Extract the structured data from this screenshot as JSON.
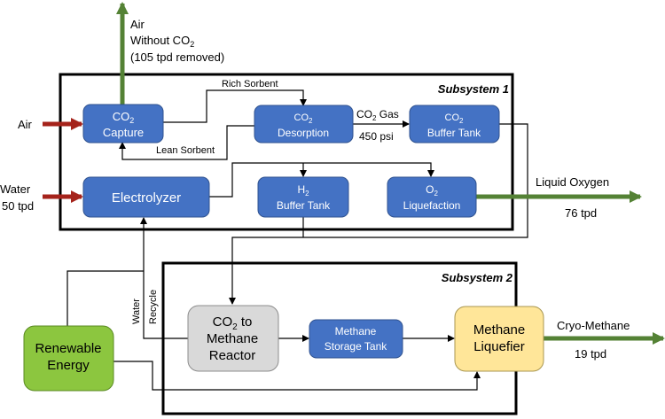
{
  "colors": {
    "blue_box": "#4472C4",
    "blue_box_stroke": "#2F528F",
    "green_arrow": "#548235",
    "red_arrow": "#A5231B",
    "reactor_fill": "#D9D9D9",
    "liquefier_fill": "#FFE699",
    "renewable_fill": "#8CC63F",
    "line": "#000000"
  },
  "subsystems": [
    {
      "id": "subsystem1",
      "title": "Subsystem 1"
    },
    {
      "id": "subsystem2",
      "title": "Subsystem 2"
    }
  ],
  "nodes": {
    "co2_capture": {
      "line1_main": "CO",
      "line1_sub": "2",
      "line2": "Capture"
    },
    "co2_desorption": {
      "line1_main": "CO",
      "line1_sub": "2",
      "line2": "Desorption"
    },
    "co2_buffer_tank": {
      "line1_main": "CO",
      "line1_sub": "2",
      "line2": "Buffer Tank"
    },
    "electrolyzer": {
      "label": "Electrolyzer"
    },
    "h2_buffer_tank": {
      "line1_main": "H",
      "line1_sub": "2",
      "line2": "Buffer Tank"
    },
    "o2_liquefaction": {
      "line1_main": "O",
      "line1_sub": "2",
      "line2": "Liquefaction"
    },
    "co2_methane_reactor": {
      "line1_main": "CO",
      "line1_sub": "2",
      "line1_rest": " to",
      "line2": "Methane",
      "line3": "Reactor"
    },
    "methane_storage_tank": {
      "line1": "Methane",
      "line2": "Storage Tank"
    },
    "methane_liquefier": {
      "line1": "Methane",
      "line2": "Liquefier"
    },
    "renewable_energy": {
      "line1": "Renewable",
      "line2": "Energy"
    }
  },
  "flow_labels": {
    "air_out": {
      "line1": "Air",
      "line2_main": "Without CO",
      "line2_sub": "2",
      "line3": "(105 tpd removed)"
    },
    "air_in": "Air",
    "water_in": {
      "line1": "Water",
      "line2": "50 tpd"
    },
    "rich_sorbent": "Rich Sorbent",
    "lean_sorbent": "Lean Sorbent",
    "co2_gas": {
      "main": "CO",
      "sub": "2",
      "rest": " Gas"
    },
    "pressure": "450 psi",
    "liquid_oxygen": "Liquid Oxygen",
    "oxygen_rate": "76 tpd",
    "water_recycle": {
      "line1": "Water",
      "line2": "Recycle"
    },
    "cryo_methane": "Cryo-Methane",
    "methane_rate": "19 tpd"
  }
}
